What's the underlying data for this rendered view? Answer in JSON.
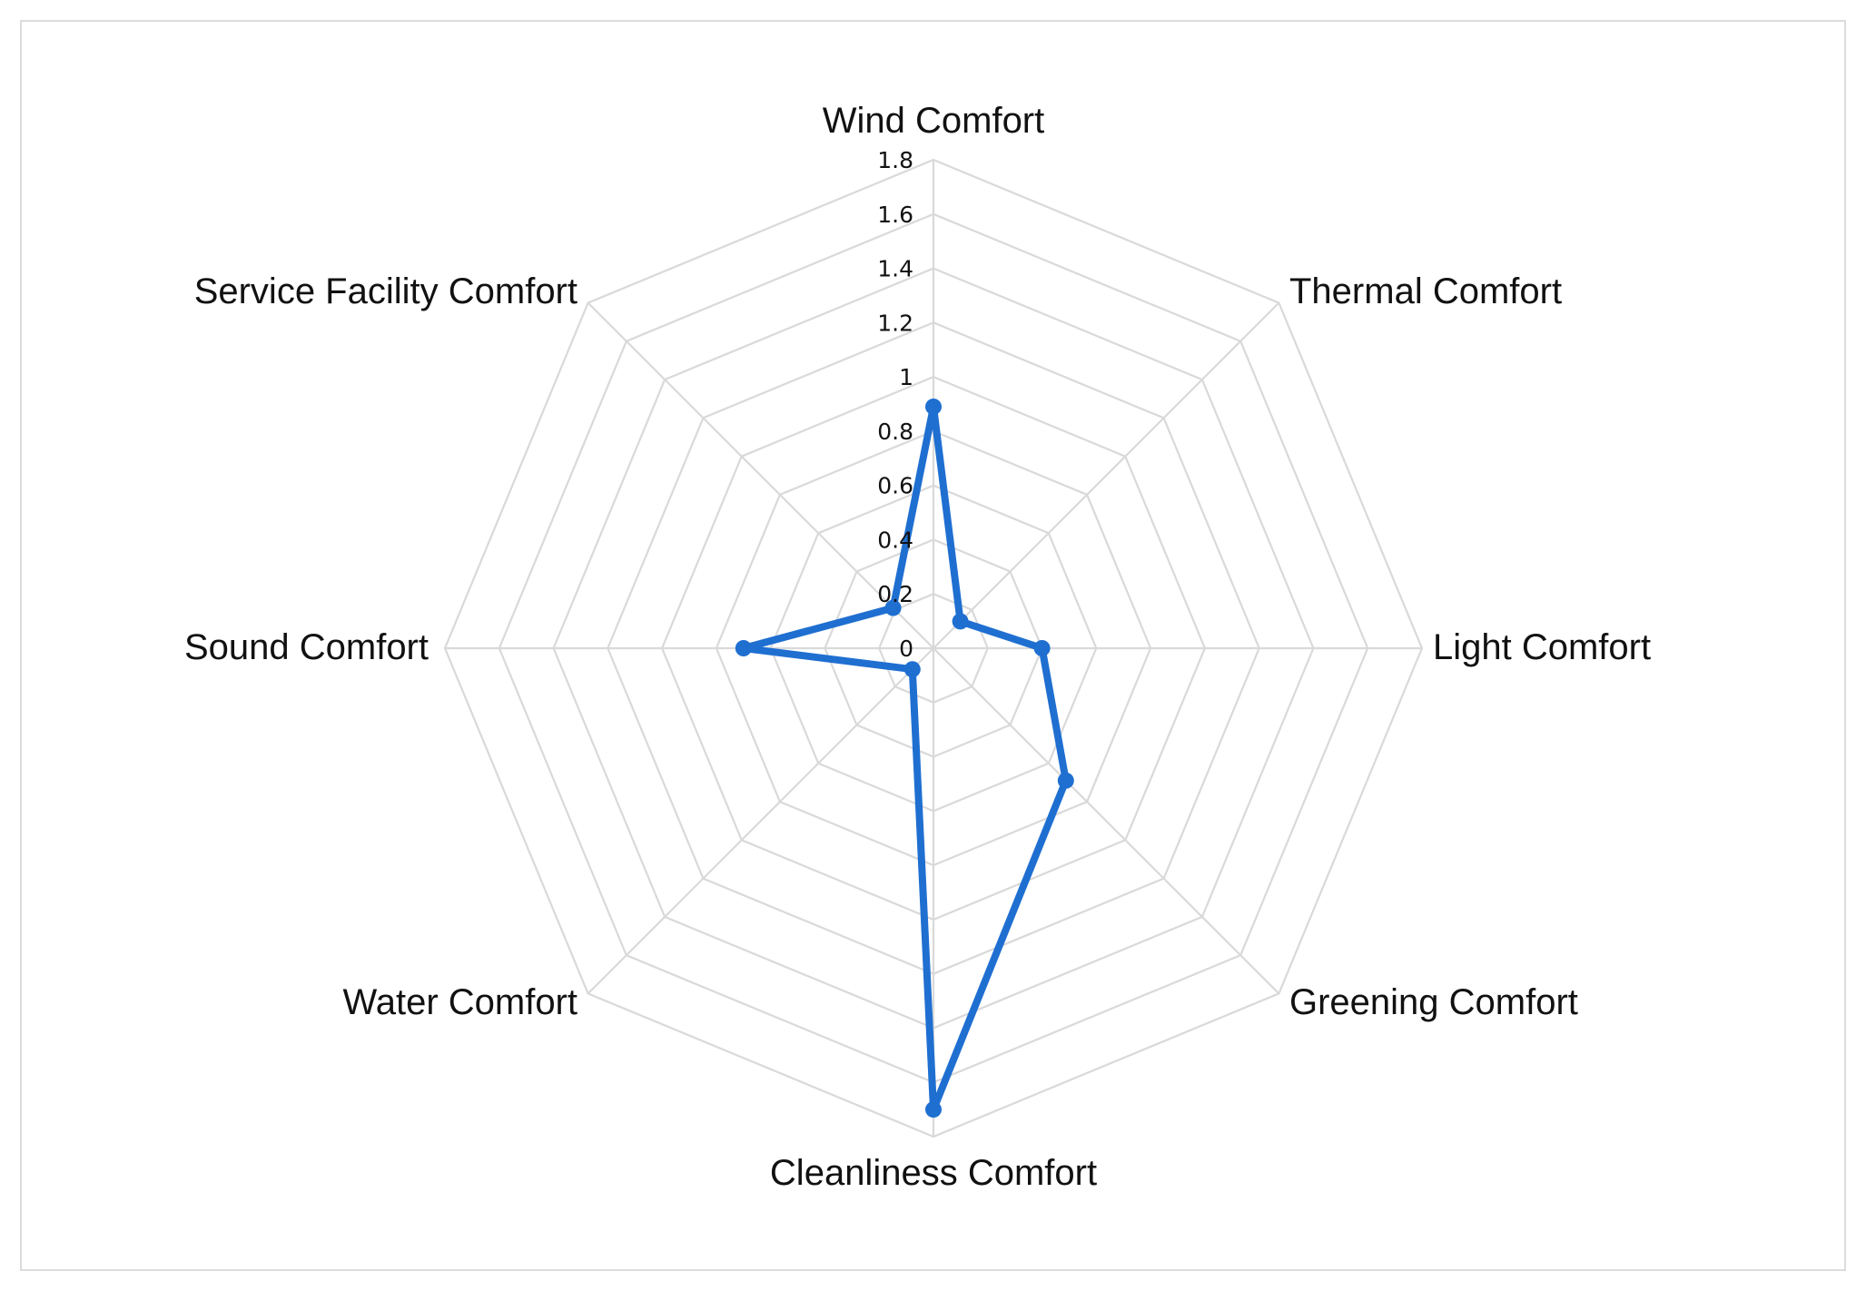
{
  "chart_data": {
    "type": "radar",
    "categories": [
      "Wind Comfort",
      "Thermal Comfort",
      "Light Comfort",
      "Greening Comfort",
      "Cleanliness Comfort",
      "Water Comfort",
      "Sound Comfort",
      "Service Facility Comfort"
    ],
    "series": [
      {
        "values": [
          0.89,
          0.14,
          0.4,
          0.69,
          1.7,
          0.11,
          0.7,
          0.21
        ],
        "color": "#1f6fd1"
      }
    ],
    "ticks": [
      "0",
      "0.2",
      "0.4",
      "0.6",
      "0.8",
      "1",
      "1.2",
      "1.4",
      "1.6",
      "1.8"
    ],
    "rlim": [
      0,
      1.8
    ],
    "grid": true,
    "grid_color": "#d9d9d9",
    "legend": false
  }
}
